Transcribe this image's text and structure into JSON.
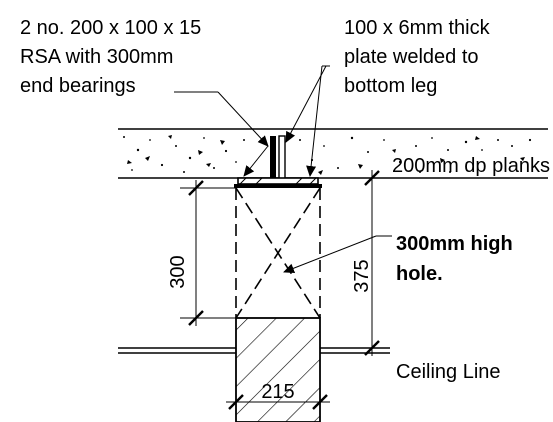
{
  "labels": {
    "rsa_line1": "2 no. 200 x 100 x 15",
    "rsa_line2": "RSA with 300mm",
    "rsa_line3": "end bearings",
    "plate_line1": "100 x 6mm thick",
    "plate_line2": "plate welded to",
    "plate_line3": "bottom leg",
    "planks": "200mm dp planks",
    "hole_line1": "300mm high",
    "hole_line2": "hole.",
    "ceiling": "Ceiling Line"
  },
  "dimensions": {
    "hole_height": "300",
    "overall_height": "375",
    "wall_width": "215"
  }
}
